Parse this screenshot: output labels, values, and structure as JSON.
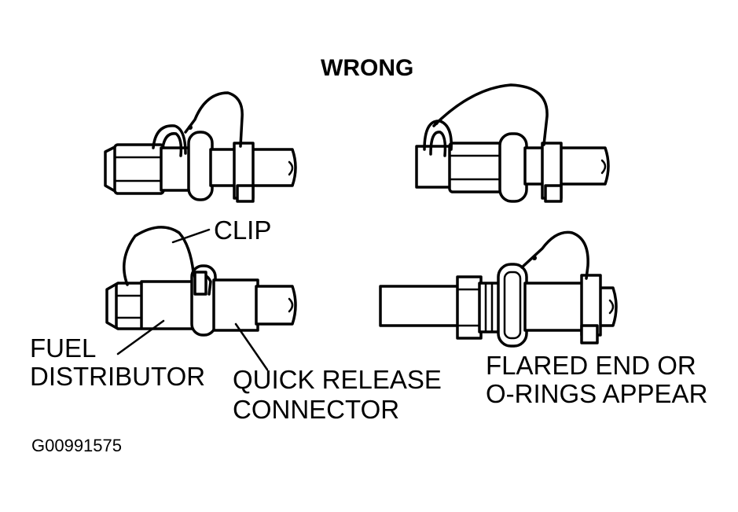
{
  "title": "WRONG",
  "labels": {
    "clip": "CLIP",
    "fuel_line1": "FUEL",
    "fuel_line2": "DISTRIBUTOR",
    "qr_line1": "QUICK RELEASE",
    "qr_line2": "CONNECTOR",
    "flared_line1": "FLARED END OR",
    "flared_line2": "O-RINGS APPEAR"
  },
  "figure_code": "G00991575",
  "colors": {
    "ink": "#000000",
    "background": "#ffffff"
  }
}
